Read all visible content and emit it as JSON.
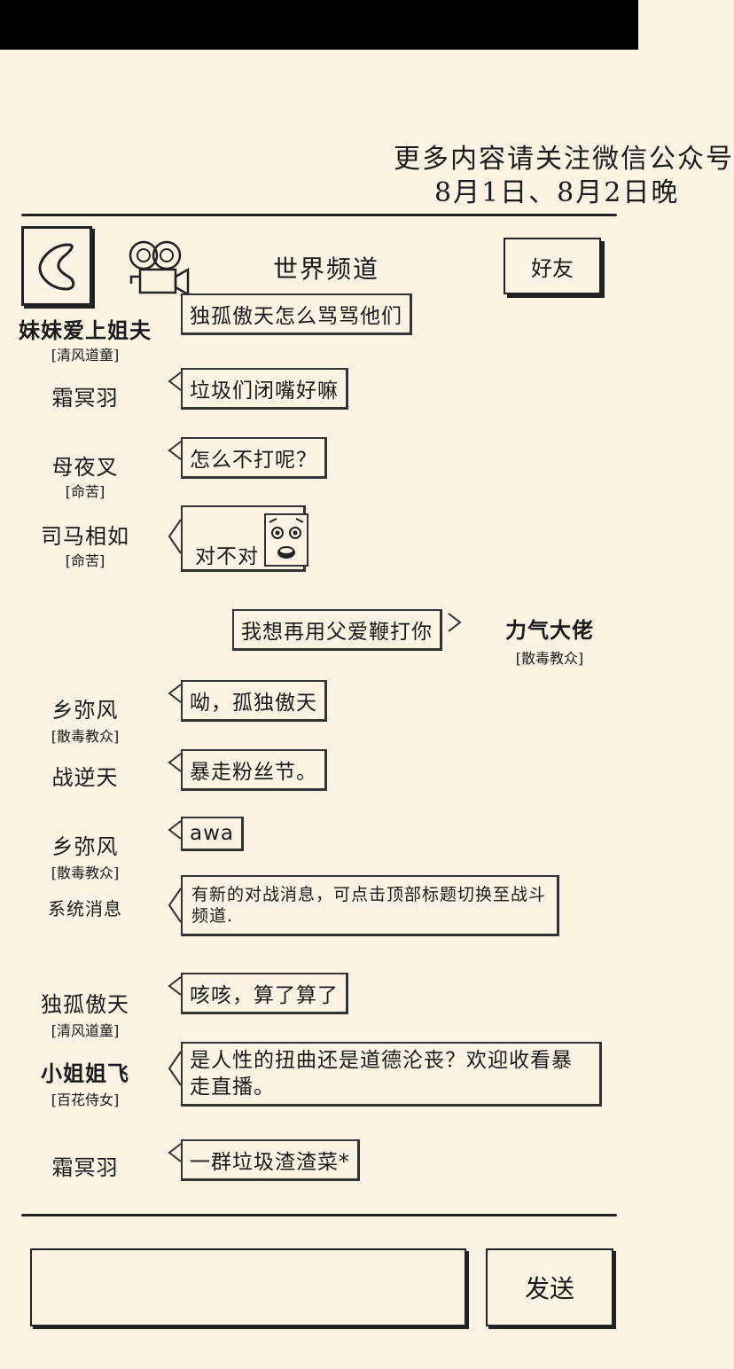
{
  "notice": {
    "line1": "更多内容请关注微信公众号",
    "line2": "8月1日、8月2日晚"
  },
  "header": {
    "title": "世界频道",
    "friends_label": "好友",
    "back_icon": "back-arrow-icon",
    "camera_icon": "video-camera-icon"
  },
  "messages": [
    {
      "name": "妹妹爱上姐夫",
      "tag": "[清风道童]",
      "text": "独孤傲天怎么骂骂他们"
    },
    {
      "name": "霜冥羽",
      "tag": "",
      "text": "垃圾们闭嘴好嘛"
    },
    {
      "name": "母夜叉",
      "tag": "[命苦]",
      "text": "怎么不打呢？"
    },
    {
      "name": "司马相如",
      "tag": "[命苦]",
      "text": "对不对"
    },
    {
      "name": "力气大佬",
      "tag": "[散毒教众]",
      "text": "我想再用父爱鞭打你"
    },
    {
      "name": "乡弥风",
      "tag": "[散毒教众]",
      "text": "呦，孤独傲天"
    },
    {
      "name": "战逆天",
      "tag": "",
      "text": "暴走粉丝节。"
    },
    {
      "name": "乡弥风",
      "tag": "[散毒教众]",
      "text": "awa"
    },
    {
      "name": "系统消息",
      "tag": "",
      "text": "有新的对战消息，可点击顶部标题切换至战斗频道."
    },
    {
      "name": "独孤傲天",
      "tag": "[清风道童]",
      "text": "咳咳，算了算了"
    },
    {
      "name": "小姐姐飞",
      "tag": "[百花侍女]",
      "text": "是人性的扭曲还是道德沦丧？欢迎收看暴走直播。"
    },
    {
      "name": "霜冥羽",
      "tag": "",
      "text": "一群垃圾渣渣菜*"
    }
  ],
  "input": {
    "value": "",
    "send_label": "发送"
  }
}
